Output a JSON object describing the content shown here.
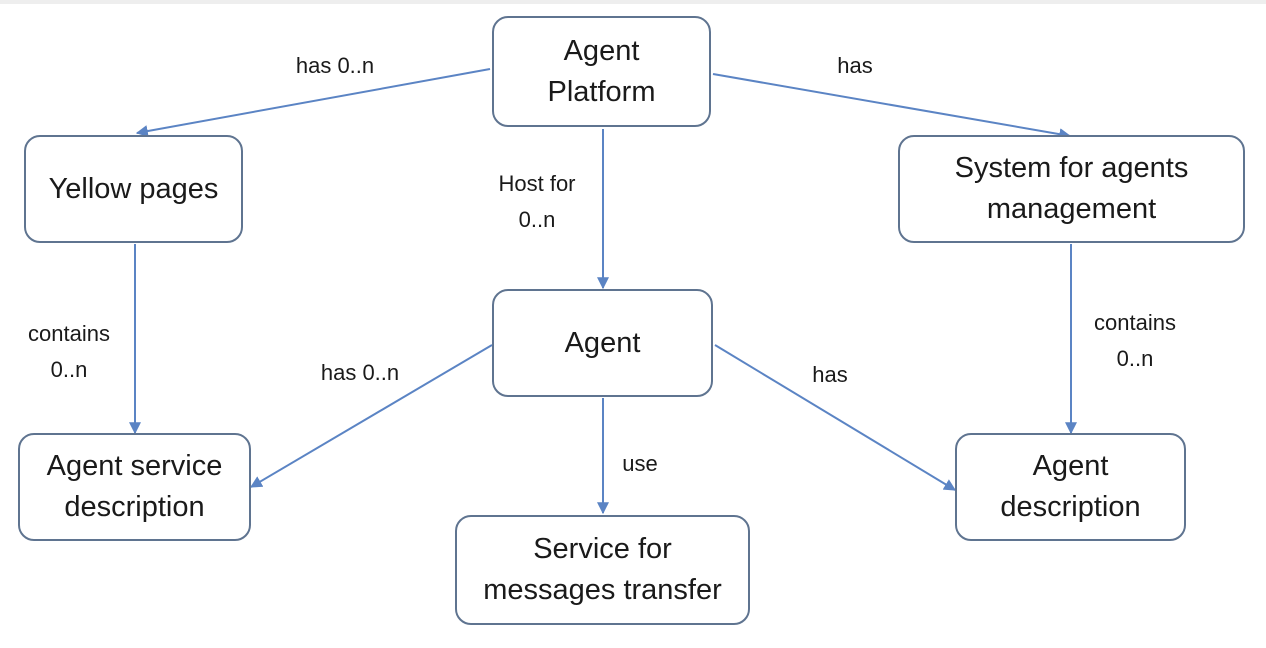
{
  "nodes": {
    "agent_platform": "Agent\nPlatform",
    "yellow_pages": "Yellow pages",
    "agents_management": "System for agents\nmanagement",
    "agent": "Agent",
    "agent_service_description": "Agent service\ndescription",
    "agent_description": "Agent\ndescription",
    "messages_transfer": "Service for\nmessages transfer"
  },
  "edges": {
    "platform_to_yellow_pages": "has 0..n",
    "platform_to_management": "has",
    "platform_to_agent": "Host for\n0..n",
    "yellow_pages_to_service_description": "contains\n0..n",
    "management_to_agent_description": "contains\n0..n",
    "agent_to_service_description": "has 0..n",
    "agent_to_agent_description": "has",
    "agent_to_messages_transfer": "use"
  },
  "colors": {
    "edge": "#5b84c4",
    "node_border": "#5f7490"
  }
}
